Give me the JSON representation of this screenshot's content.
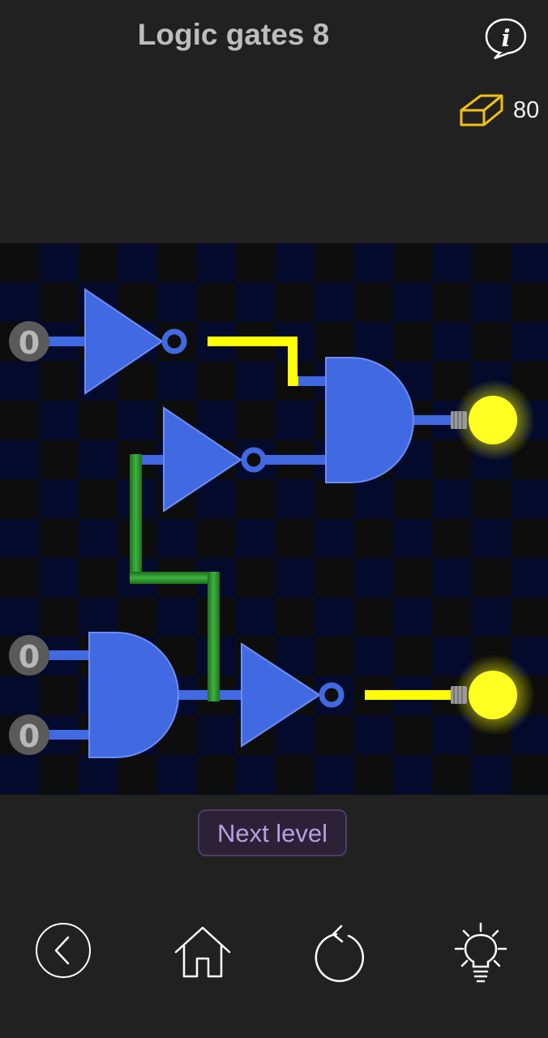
{
  "header": {
    "title": "Logic gates 8",
    "info_icon": "info-speech-bubble-icon"
  },
  "currency": {
    "icon": "eraser-icon",
    "count": "80",
    "icon_color": "#f2c012"
  },
  "board": {
    "inputs": [
      {
        "id": "input-1",
        "value": "0"
      },
      {
        "id": "input-2",
        "value": "0"
      },
      {
        "id": "input-3",
        "value": "0"
      }
    ],
    "gates": [
      {
        "id": "not-gate-1",
        "type": "NOT"
      },
      {
        "id": "not-gate-2",
        "type": "NOT"
      },
      {
        "id": "and-gate-1",
        "type": "AND"
      },
      {
        "id": "and-gate-2",
        "type": "AND"
      },
      {
        "id": "not-gate-3",
        "type": "NOT"
      }
    ],
    "outputs": [
      {
        "id": "bulb-1",
        "state": "on"
      },
      {
        "id": "bulb-2",
        "state": "on"
      }
    ],
    "colors": {
      "gate": "#4169e1",
      "wire_off": "#4169e1",
      "wire_on": "#ffff00",
      "wire_selected": "#228b22",
      "tile_dark": "#0d0d0d",
      "tile_blue": "#030a2c"
    }
  },
  "actions": {
    "next_level_label": "Next level"
  },
  "nav": {
    "back_icon": "back-arrow-icon",
    "home_icon": "home-icon",
    "restart_icon": "restart-icon",
    "hint_icon": "lightbulb-hint-icon"
  }
}
